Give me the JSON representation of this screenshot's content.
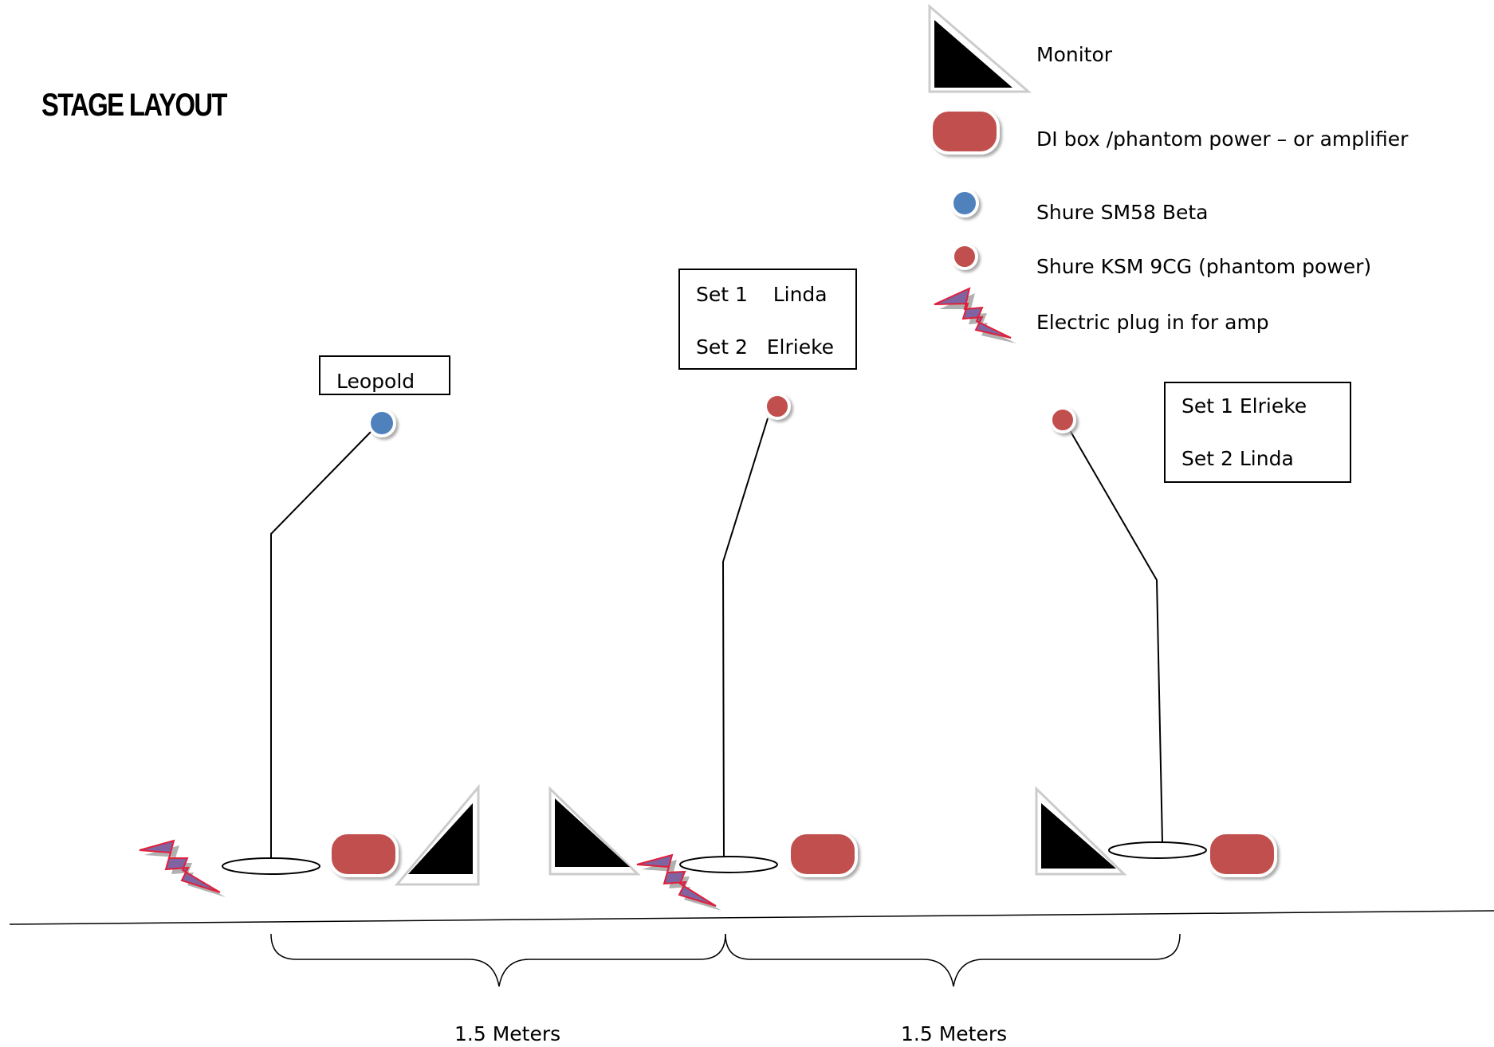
{
  "title": "STAGE LAYOUT",
  "legend": {
    "monitor": "Monitor",
    "di_box": "DI box /phantom power – or amplifier",
    "sm58": "Shure SM58 Beta",
    "ksm9": "Shure KSM 9CG (phantom power)",
    "plug": "Electric plug in for amp"
  },
  "boxes": {
    "left": {
      "name": "Leopold"
    },
    "center": {
      "line1": "Set 1    Linda",
      "line2": "Set 2   Elrieke"
    },
    "right": {
      "line1": "Set 1 Elrieke",
      "line2": "Set 2 Linda"
    }
  },
  "measurements": {
    "left": "1.5 Meters",
    "right": "1.5 Meters"
  },
  "colors": {
    "di_red": "#c0504d",
    "mic_blue": "#4f81bd",
    "mic_red": "#c0504d",
    "bolt_purple": "#8064a2",
    "bolt_outline": "#e0203a"
  }
}
